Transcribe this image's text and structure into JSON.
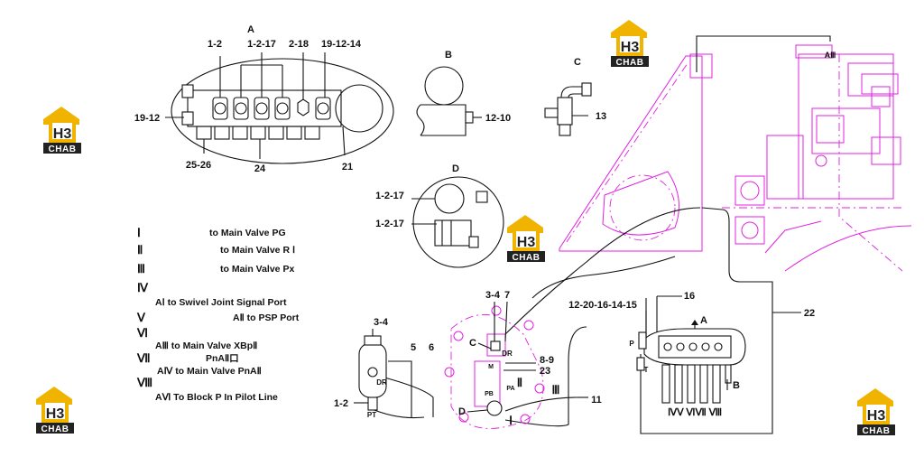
{
  "detail_titles": {
    "a": "A",
    "b": "B",
    "c": "C",
    "d": "D"
  },
  "detail_a": {
    "top_labels": [
      "1-2",
      "1-2-17",
      "2-18",
      "19-12-14"
    ],
    "left_label": "19-12",
    "bottom_labels": [
      "25-26",
      "24",
      "21"
    ]
  },
  "detail_b": {
    "label": "12-10"
  },
  "detail_c": {
    "label": "13"
  },
  "detail_d": {
    "labels": [
      "1-2-17",
      "1-2-17"
    ]
  },
  "legend": [
    {
      "roman": "Ⅰ",
      "text": "to Main Valve PG"
    },
    {
      "roman": "Ⅱ",
      "text": "to Main Valve R Ⅰ"
    },
    {
      "roman": "Ⅲ",
      "text": "to Main Valve Px"
    },
    {
      "roman": "Ⅳ",
      "text": ""
    },
    {
      "roman": "",
      "text": "AⅠ to Swivel Joint Signal Port"
    },
    {
      "roman": "Ⅴ",
      "text": "AⅡ to PSP Port"
    },
    {
      "roman": "Ⅵ",
      "text": ""
    },
    {
      "roman": "",
      "text": "AⅢ to Main Valve XBpⅡ"
    },
    {
      "roman": "Ⅶ",
      "text": "PnAⅡ口"
    },
    {
      "roman": "",
      "text": "AⅣ to Main Valve PnAⅡ"
    },
    {
      "roman": "Ⅷ",
      "text": ""
    },
    {
      "roman": "",
      "text": "AⅥ To Block P In Pilot Line"
    }
  ],
  "main_labels": {
    "l_3_4_left": "3-4",
    "l_1_2": "1-2",
    "l_pt": "PT",
    "l_dr_left": "DR",
    "l_5": "5",
    "l_6": "6",
    "l_3_4_mid": "3-4",
    "l_7": "7",
    "l_c": "C",
    "l_dr_mid": "DR",
    "l_m": "M",
    "l_8_9": "8-9",
    "l_23": "23",
    "l_ii": "Ⅱ",
    "l_iii": "Ⅲ",
    "l_i": "Ⅰ",
    "l_d": "D",
    "l_pb": "PB",
    "l_pa": "PA",
    "l_11": "11",
    "l_12_20": "12-20-16-14-15",
    "l_16": "16",
    "l_22": "22",
    "l_a_main": "A",
    "l_b_main": "B",
    "l_p": "P",
    "l_t": "T",
    "l_aiii": "AⅢ",
    "l_bottom_romans": "ⅣⅤ ⅥⅦ   Ⅷ"
  },
  "logo": {
    "mark": "H3",
    "text": "CHAB"
  }
}
